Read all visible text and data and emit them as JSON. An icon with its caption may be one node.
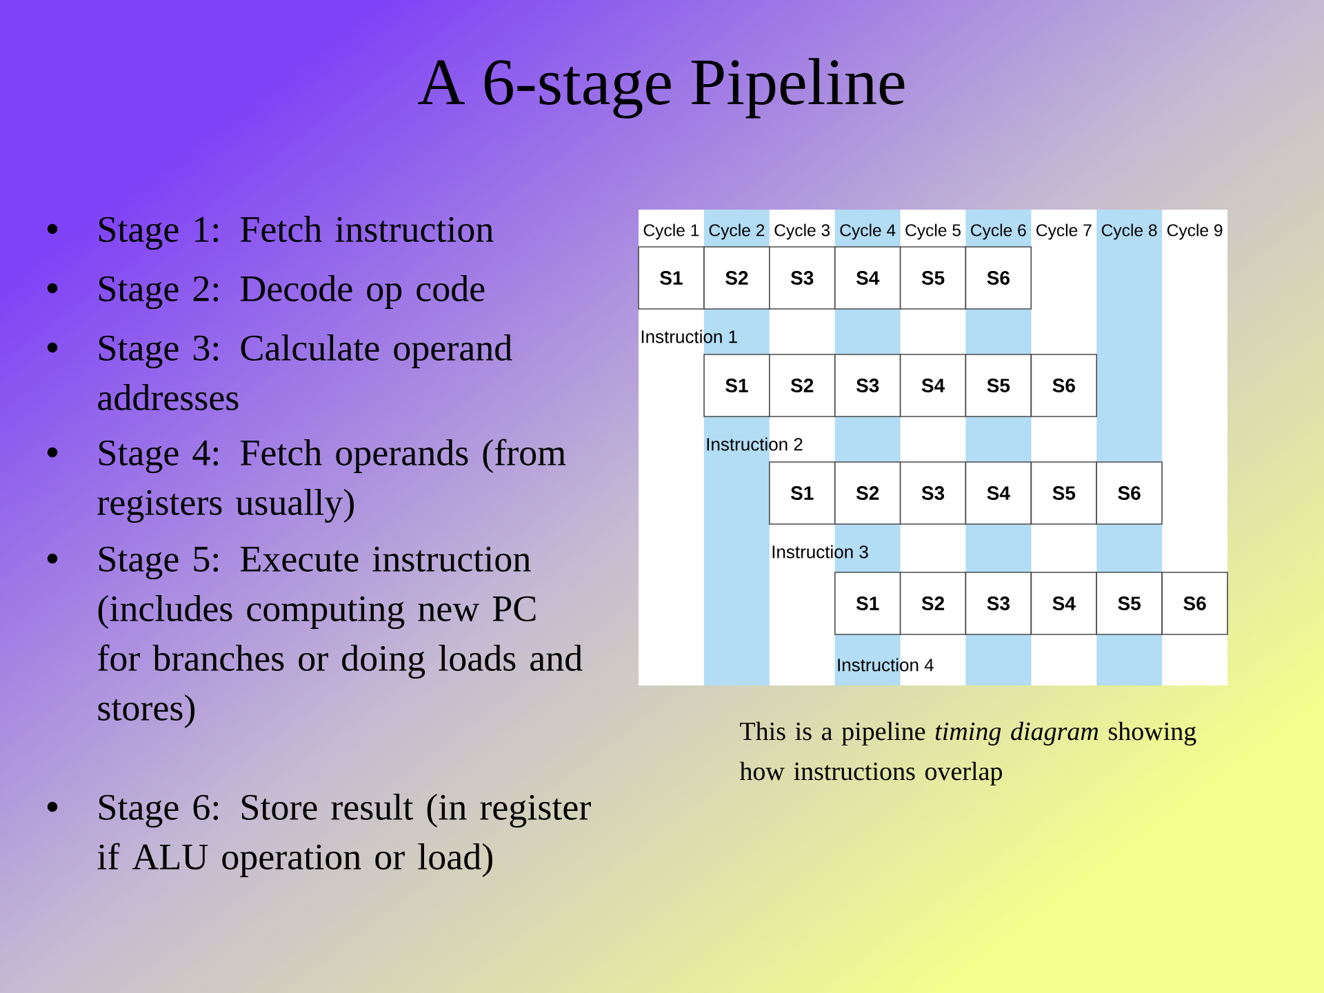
{
  "diagram": {
    "title": "A 6-stage Pipeline",
    "caption": "This is a pipeline *timing diagram* showing how instructions overlap",
    "nodes": [
      {
        "text": [
          "S1"
        ]
      },
      {
        "text": [
          "S2"
        ]
      },
      {
        "text": [
          "S3"
        ]
      },
      {
        "text": [
          "S4"
        ]
      },
      {
        "text": [
          "S5"
        ]
      },
      {
        "text": [
          "S6"
        ]
      },
      {
        "text": [
          "S1"
        ]
      },
      {
        "text": [
          "S2"
        ]
      },
      {
        "text": [
          "S3"
        ]
      },
      {
        "text": [
          "S4"
        ]
      },
      {
        "text": [
          "S5"
        ]
      },
      {
        "text": [
          "S6"
        ]
      },
      {
        "text": [
          "S1"
        ]
      },
      {
        "text": [
          "S2"
        ]
      },
      {
        "text": [
          "S3"
        ]
      },
      {
        "text": [
          "S4"
        ]
      },
      {
        "text": [
          "S5"
        ]
      },
      {
        "text": [
          "S6"
        ]
      },
      {
        "text": [
          "S1"
        ]
      },
      {
        "text": [
          "S2"
        ]
      },
      {
        "text": [
          "S3"
        ]
      },
      {
        "text": [
          "S4"
        ]
      },
      {
        "text": [
          "S5"
        ]
      },
      {
        "text": [
          "S6"
        ]
      }
    ],
    "labels": [
      "Stage 1: Fetch instruction",
      "Stage 2: Decode op code",
      "Stage 3: Calculate operand addresses",
      "Stage 4: Fetch operands (from registers usually)",
      "Stage 5: Execute instruction (includes computing new PC for branches or doing loads and stores)",
      "Stage 6: Store result (in register if ALU operation or load)",
      "Cycle 1",
      "Cycle 2",
      "Cycle 3",
      "Cycle 4",
      "Cycle 5",
      "Cycle 6",
      "Cycle 7",
      "Cycle 8",
      "Cycle 9",
      "Instruction 1",
      "Instruction 2",
      "Instruction 3",
      "Instruction 4"
    ]
  }
}
